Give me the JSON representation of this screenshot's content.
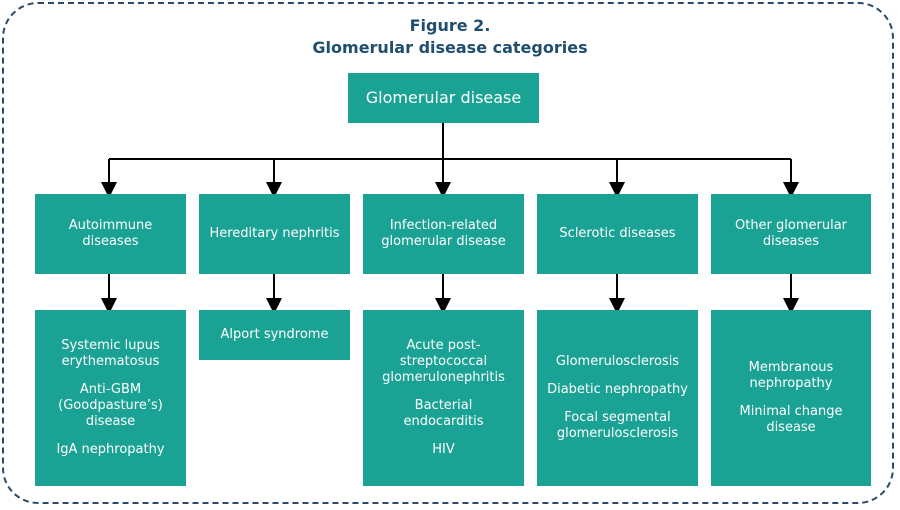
{
  "figure": {
    "label": "Figure 2.",
    "title": "Glomerular disease categories"
  },
  "root": {
    "label": "Glomerular disease"
  },
  "categories": [
    {
      "label": "Autoimmune diseases",
      "items": [
        "Systemic lupus erythematosus",
        "Anti-GBM (Goodpasture’s) disease",
        "IgA nephropathy"
      ]
    },
    {
      "label": "Hereditary nephritis",
      "items": [
        "Alport syndrome"
      ]
    },
    {
      "label": "Infection-related glomerular disease",
      "items": [
        "Acute post-streptococcal glomerulonephritis",
        "Bacterial endocarditis",
        "HIV"
      ]
    },
    {
      "label": "Sclerotic diseases",
      "items": [
        "Glomerulosclerosis",
        "Diabetic nephropathy",
        "Focal segmental glomerulosclerosis"
      ]
    },
    {
      "label": "Other glomerular diseases",
      "items": [
        "Membranous nephropathy",
        "Minimal change disease"
      ]
    }
  ],
  "colors": {
    "box": "#1aa394",
    "title": "#1f4e6e",
    "border": "#2b4a6a",
    "line": "#000000"
  }
}
